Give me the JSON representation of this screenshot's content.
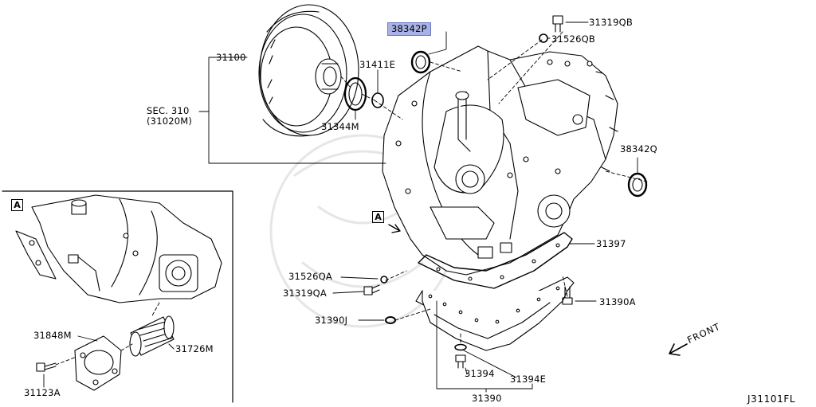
{
  "labels": {
    "p38342P": "38342P",
    "p31319QB": "31319QB",
    "p31526QB": "31526QB",
    "p31100": "31100",
    "p31411E": "31411E",
    "sec310": "SEC. 310",
    "sec310sub": "(31020M)",
    "p31344M": "31344M",
    "p38342Q": "38342Q",
    "p31397": "31397",
    "p31526QA": "31526QA",
    "p31319QA": "31319QA",
    "p31390A": "31390A",
    "p31390J": "31390J",
    "p31394": "31394",
    "p31394E": "31394E",
    "p31390": "31390",
    "p31848M": "31848M",
    "p31726M": "31726M",
    "p31123A": "31123A"
  },
  "inset_tag": "A",
  "view_tag": "A",
  "front_label": "FRONT",
  "diagram_code": "J31101FL",
  "highlight_color": "#a9b2e6"
}
